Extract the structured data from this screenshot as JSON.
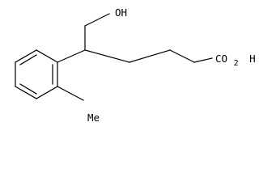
{
  "labels": {
    "hydroxyl": "OH",
    "carboxyl": "CO2H",
    "carboxyl_main": "CO",
    "carboxyl_subscript": "2",
    "carboxyl_tail": "H",
    "methyl": "Me"
  },
  "colors": {
    "bond": "#000000",
    "text": "#000000",
    "background": "#ffffff"
  }
}
